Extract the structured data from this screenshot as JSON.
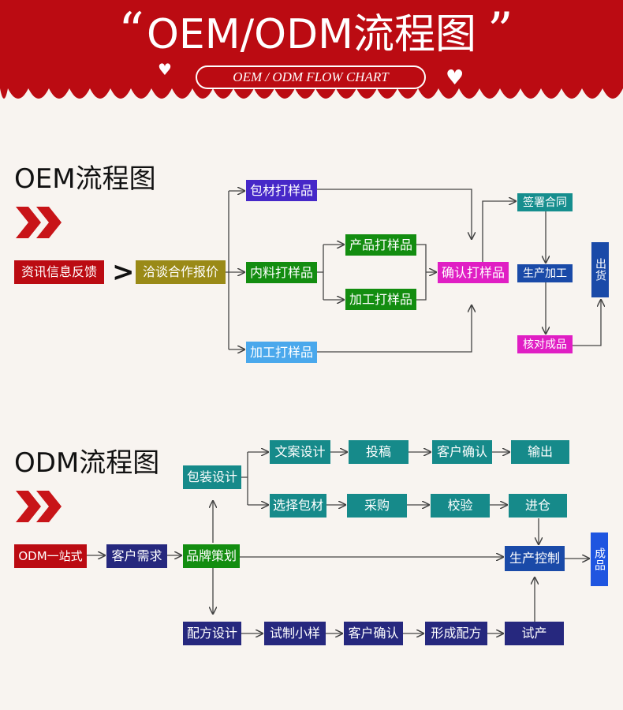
{
  "header": {
    "title": "OEM/ODM流程图",
    "quote_open": "“",
    "quote_close": "”",
    "subtitle": "OEM / ODM FLOW CHART",
    "heart_left": "♥",
    "heart_right": "♥"
  },
  "colors": {
    "banner_red": "#bb0b12",
    "background": "#f8f4f0",
    "line": "#444444"
  },
  "oem": {
    "title": "OEM流程图",
    "gt": ">",
    "nodes": {
      "feedback": "资讯信息反馈",
      "negotiate": "洽谈合作报价",
      "pack_sample": "包材打样品",
      "content_sample": "内料打样品",
      "process_sample_bottom": "加工打样品",
      "product_sample": "产品打样品",
      "process_sample_mid": "加工打样品",
      "confirm_sample": "确认打样品",
      "sign_contract": "签署合同",
      "production": "生产加工",
      "check_product": "核对成品",
      "ship": "出货"
    }
  },
  "odm": {
    "title": "ODM流程图",
    "nodes": {
      "one_stop": "ODM一站式",
      "customer_needs": "客户需求",
      "brand_planning": "品牌策划",
      "package_design": "包装设计",
      "copy_design": "文案设计",
      "submit": "投稿",
      "customer_confirm_top": "客户确认",
      "output": "输出",
      "select_material": "选择包材",
      "purchase": "采购",
      "inspection": "校验",
      "warehouse": "进仓",
      "production_control": "生产控制",
      "finished": "成品",
      "formula_design": "配方设计",
      "trial_sample": "试制小样",
      "customer_confirm_bottom": "客户确认",
      "form_formula": "形成配方",
      "trial_production": "试产"
    }
  }
}
